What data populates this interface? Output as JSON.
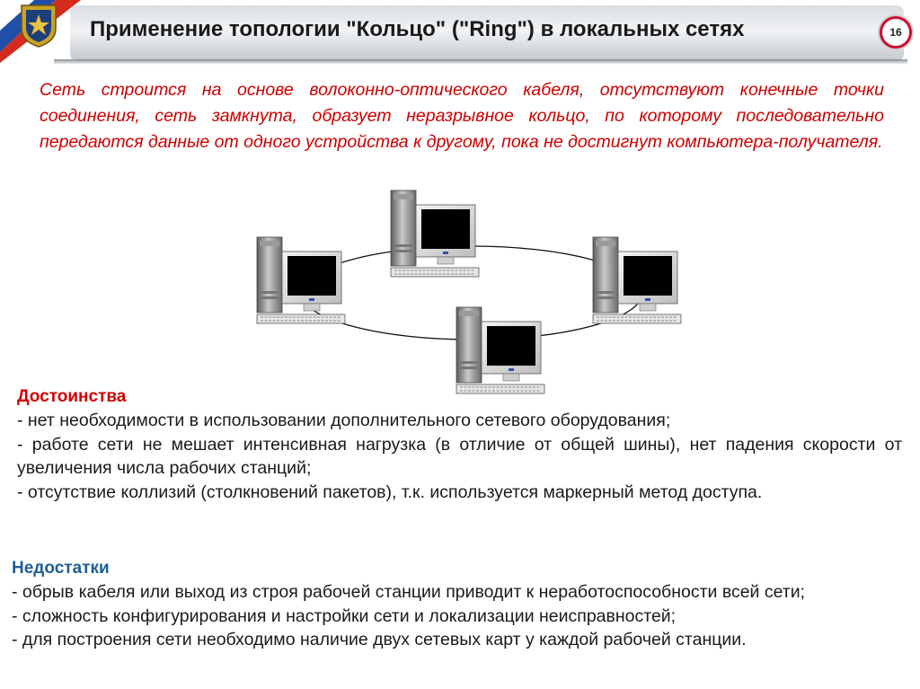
{
  "header": {
    "title": "Применение топологии  \"Кольцо\" (\"Ring\") в локальных сетях",
    "page_number": "16"
  },
  "intro": {
    "text": "Сеть строится на основе волоконно-оптического кабеля, отсутствуют конечные точки соединения, сеть замкнута, образует неразрывное кольцо, по которому последовательно передаются данные от одного устройства к другому, пока не достигнут компьютера-получателя."
  },
  "advantages": {
    "title": "Достоинства",
    "items": [
      "- нет необходимости в использовании дополнительного сетевого оборудования;",
      "- работе сети не мешает интенсивная нагрузка (в отличие от общей шины), нет падения скорости от увеличения числа рабочих станций;",
      "- отсутствие коллизий (столкновений пакетов), т.к. используется маркерный метод доступа."
    ]
  },
  "disadvantages": {
    "title": "Недостатки",
    "items": [
      "- обрыв кабеля или выход из строя рабочей станции приводит к неработоспособности всей сети;",
      "- сложность конфигурирования и настройки сети и локализации неисправностей;",
      "- для построения сети необходимо наличие двух сетевых карт у каждой рабочей станции."
    ]
  },
  "colors": {
    "intro_text": "#cc0000",
    "advantages_title": "#d10000",
    "disadvantages_title": "#1f5e95",
    "badge_ring": "#c8102e"
  },
  "icons": [
    "flag-emblem",
    "computer-icon"
  ]
}
